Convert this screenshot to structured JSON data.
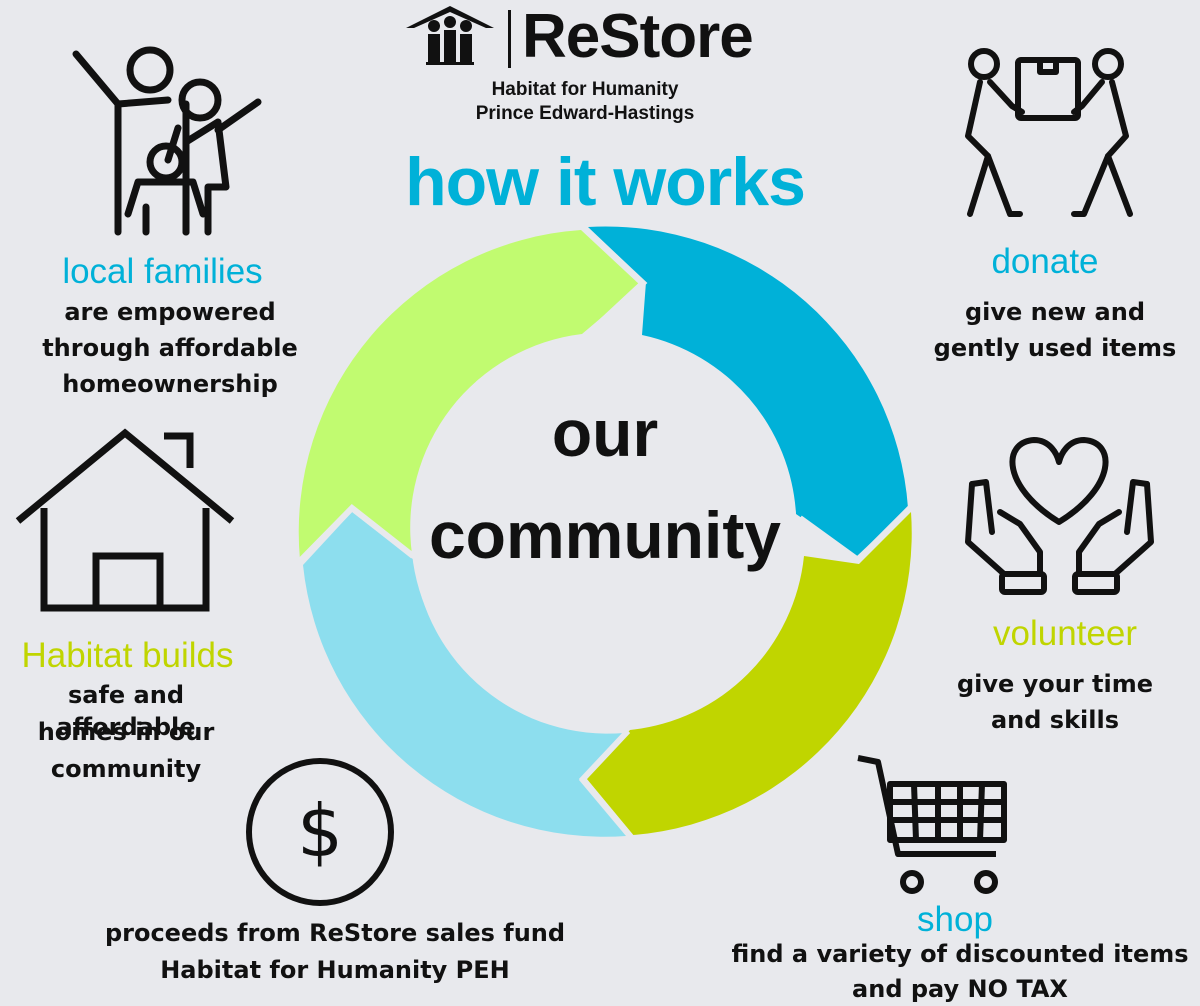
{
  "logo": {
    "brand": "ReStore",
    "org_line1": "Habitat for Humanity",
    "org_line2": "Prince Edward-Hastings"
  },
  "title": "how it works",
  "center": {
    "line1": "our",
    "line2": "community"
  },
  "colors": {
    "background": "#e8e9ed",
    "blue": "#00b1d8",
    "lime": "#c0d500",
    "light_green": "#c1fb70",
    "light_blue": "#8ddeee",
    "text": "#111111"
  },
  "steps": {
    "donate": {
      "label": "donate",
      "desc1": "give new and",
      "desc2": "gently used items",
      "icon": "people-carrying-box-icon"
    },
    "volunteer": {
      "label": "volunteer",
      "desc1": "give your time",
      "desc2": "and skills",
      "icon": "hands-heart-icon"
    },
    "shop": {
      "label": "shop",
      "desc1": "find a variety of discounted items",
      "desc2": "and pay NO TAX",
      "icon": "shopping-cart-icon"
    },
    "proceeds": {
      "desc1": "proceeds from ReStore sales fund",
      "desc2": "Habitat for Humanity PEH",
      "icon": "dollar-coin-icon"
    },
    "habitat": {
      "label": "Habitat builds",
      "desc1": "safe and affordable",
      "desc2": "homes in our",
      "desc3": "community",
      "icon": "house-icon"
    },
    "families": {
      "label": "local families",
      "desc1": "are empowered",
      "desc2": "through affordable",
      "desc3": "homeownership",
      "icon": "family-icon"
    }
  }
}
